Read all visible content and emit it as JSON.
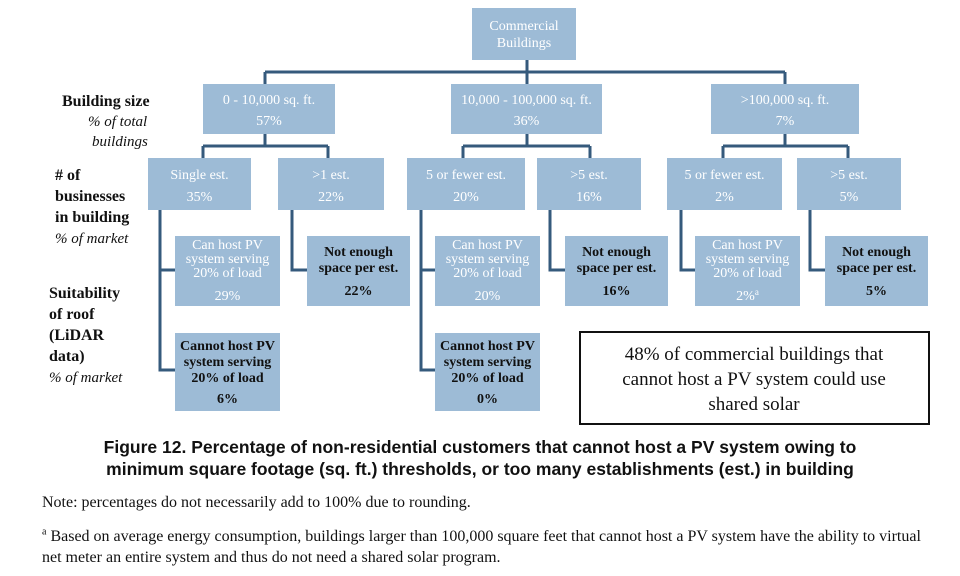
{
  "root": {
    "lines": [
      "Commercial",
      "Buildings"
    ]
  },
  "row_labels": {
    "size": {
      "title": [
        "Building size"
      ],
      "sub": [
        "% of total",
        "buildings"
      ]
    },
    "businesses": {
      "title": [
        "# of",
        "businesses",
        "in building"
      ],
      "sub": [
        "% of market"
      ]
    },
    "roof": {
      "title": [
        "Suitability",
        "of roof",
        "(LiDAR",
        "data)"
      ],
      "sub": [
        "% of market"
      ]
    }
  },
  "sizes": [
    {
      "label": "0 - 10,000 sq. ft.",
      "pct": "57%"
    },
    {
      "label": "10,000 - 100,000 sq. ft.",
      "pct": "36%"
    },
    {
      "label": ">100,000 sq. ft.",
      "pct": "7%"
    }
  ],
  "establishments": [
    {
      "label": "Single est.",
      "pct": "35%"
    },
    {
      "label": ">1 est.",
      "pct": "22%"
    },
    {
      "label": "5 or fewer est.",
      "pct": "20%"
    },
    {
      "label": ">5 est.",
      "pct": "16%"
    },
    {
      "label": "5 or fewer est.",
      "pct": "2%"
    },
    {
      "label": ">5 est.",
      "pct": "5%"
    }
  ],
  "can_host": [
    {
      "lines": [
        "Can host PV",
        "system serving",
        "20% of load"
      ],
      "pct": "29%",
      "sup": ""
    },
    {
      "lines": [
        "Can host PV",
        "system serving",
        "20% of load"
      ],
      "pct": "20%",
      "sup": ""
    },
    {
      "lines": [
        "Can host PV",
        "system serving",
        "20% of load"
      ],
      "pct": "2%",
      "sup": "a"
    }
  ],
  "not_enough": [
    {
      "lines": [
        "Not enough",
        "space per est."
      ],
      "pct": "22%"
    },
    {
      "lines": [
        "Not enough",
        "space per est."
      ],
      "pct": "16%"
    },
    {
      "lines": [
        "Not enough",
        "space per est."
      ],
      "pct": "5%"
    }
  ],
  "cannot_host": [
    {
      "lines": [
        "Cannot host PV",
        "system serving",
        "20% of load"
      ],
      "pct": "6%"
    },
    {
      "lines": [
        "Cannot host PV",
        "system serving",
        "20% of load"
      ],
      "pct": "0%"
    }
  ],
  "callout": {
    "lines": [
      "48% of commercial buildings that",
      "cannot host a PV system could use",
      "shared solar"
    ]
  },
  "caption": {
    "line1": "Figure 12. Percentage of non-residential customers that cannot host a PV system owing to",
    "line2": "minimum square footage (sq. ft.) thresholds, or too many establishments (est.) in building"
  },
  "note": "Note: percentages do not necessarily add to 100% due to rounding.",
  "footnote": {
    "marker": "a",
    "text": " Based on average energy consumption, buildings larger than 100,000 square feet that cannot host a PV system have the ability to virtual net meter an entire system and thus do not need a shared solar program."
  },
  "colors": {
    "node": "#9dbbd6",
    "connector": "#355a7c"
  }
}
